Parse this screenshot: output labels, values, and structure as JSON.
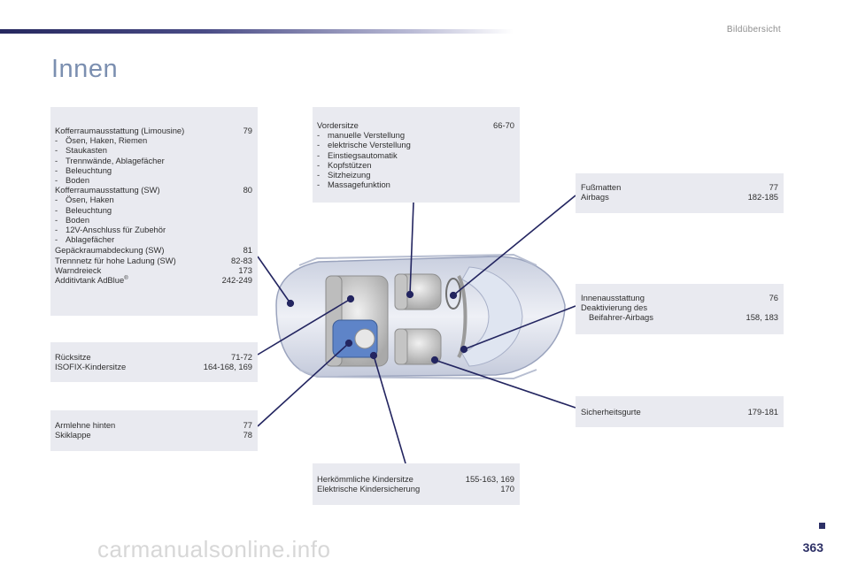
{
  "header": {
    "section": "Bildübersicht",
    "title": "Innen"
  },
  "box_trunk": {
    "g1_title": "Kofferraumausstattung (Limousine)",
    "g1_page": "79",
    "g1_items": [
      "Ösen, Haken, Riemen",
      "Staukasten",
      "Trennwände, Ablagefächer",
      "Beleuchtung",
      "Boden"
    ],
    "g2_title": "Kofferraumausstattung (SW)",
    "g2_page": "80",
    "g2_items": [
      "Ösen, Haken",
      "Beleuchtung",
      "Boden",
      "12V-Anschluss für Zubehör",
      "Ablagefächer"
    ],
    "r1_label": "Gepäckraumabdeckung (SW)",
    "r1_page": "81",
    "r2_label": "Trennnetz für hohe Ladung (SW)",
    "r2_page": "82-83",
    "r3_label": "Warndreieck",
    "r3_page": "173",
    "r4_label": "Additivtank AdBlue",
    "r4_sup": "®",
    "r4_page": "242-249"
  },
  "box_rear": {
    "r1_label": "Rücksitze",
    "r1_page": "71-72",
    "r2_label": "ISOFIX-Kindersitze",
    "r2_page": "164-168, 169"
  },
  "box_armrest": {
    "r1_label": "Armlehne hinten",
    "r1_page": "77",
    "r2_label": "Skiklappe",
    "r2_page": "78"
  },
  "box_front": {
    "title": "Vordersitze",
    "page": "66-70",
    "items": [
      "manuelle Verstellung",
      "elektrische Verstellung",
      "Einstiegsautomatik",
      "Kopfstützen",
      "Sitzheizung",
      "Massagefunktion"
    ]
  },
  "box_child": {
    "r1_label": "Herkömmliche Kindersitze",
    "r1_page": "155-163, 169",
    "r2_label": "Elektrische Kindersicherung",
    "r2_page": "170"
  },
  "box_mats": {
    "r1_label": "Fußmatten",
    "r1_page": "77",
    "r2_label": "Airbags",
    "r2_page": "182-185"
  },
  "box_interior": {
    "r1_label": "Innenausstattung",
    "r1_page": "76",
    "r2_label": "Deaktivierung des",
    "r3_label": "Beifahrer-Airbags",
    "r3_page": "158, 183"
  },
  "box_belts": {
    "r1_label": "Sicherheitsgurte",
    "r1_page": "179-181"
  },
  "footer": {
    "page_number": "363",
    "watermark": "carmanualsonline.info"
  },
  "colors": {
    "accent": "#26285f",
    "panel": "#e9eaf0",
    "title": "#7b8fb0",
    "leader": "#232560"
  }
}
